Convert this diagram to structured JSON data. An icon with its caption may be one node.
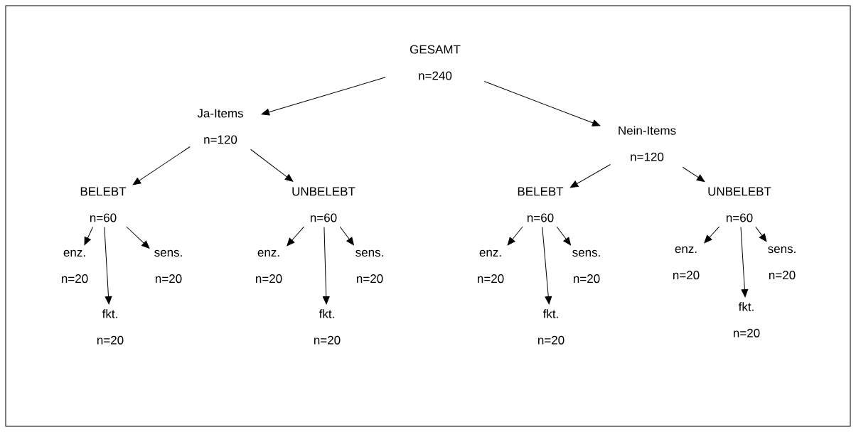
{
  "diagram": {
    "nodes": [
      {
        "text": [
          "GESAMT",
          "n=240"
        ]
      },
      {
        "text": [
          "Ja-Items",
          "n=120"
        ]
      },
      {
        "text": [
          "Nein-Items",
          "n=120"
        ]
      },
      {
        "text": [
          "BELEBT",
          "n=60"
        ]
      },
      {
        "text": [
          "UNBELEBT",
          "n=60"
        ]
      },
      {
        "text": [
          "BELEBT",
          "n=60"
        ]
      },
      {
        "text": [
          "UNBELEBT",
          "n=60"
        ]
      },
      {
        "text": [
          "enz.",
          "n=20"
        ]
      },
      {
        "text": [
          "sens.",
          "n=20"
        ]
      },
      {
        "text": [
          "fkt.",
          "n=20"
        ]
      },
      {
        "text": [
          "enz.",
          "n=20"
        ]
      },
      {
        "text": [
          "sens.",
          "n=20"
        ]
      },
      {
        "text": [
          "fkt.",
          "n=20"
        ]
      },
      {
        "text": [
          "enz.",
          "n=20"
        ]
      },
      {
        "text": [
          "sens.",
          "n=20"
        ]
      },
      {
        "text": [
          "fkt.",
          "n=20"
        ]
      },
      {
        "text": [
          "enz.",
          "n=20"
        ]
      },
      {
        "text": [
          "sens.",
          "n=20"
        ]
      },
      {
        "text": [
          "fkt.",
          "n=20"
        ]
      }
    ],
    "edges": [
      {
        "from": 0,
        "to": 1,
        "arrow": "to"
      },
      {
        "from": 0,
        "to": 2,
        "arrow": "to"
      },
      {
        "from": 1,
        "to": 3,
        "arrow": "to"
      },
      {
        "from": 1,
        "to": 4,
        "arrow": "to"
      },
      {
        "from": 2,
        "to": 5,
        "arrow": "to"
      },
      {
        "from": 2,
        "to": 6,
        "arrow": "to"
      },
      {
        "from": 3,
        "to": 7,
        "arrow": "to"
      },
      {
        "from": 3,
        "to": 8,
        "arrow": "to"
      },
      {
        "from": 3,
        "to": 9,
        "arrow": "to"
      },
      {
        "from": 4,
        "to": 10,
        "arrow": "to"
      },
      {
        "from": 4,
        "to": 11,
        "arrow": "to"
      },
      {
        "from": 4,
        "to": 12,
        "arrow": "to"
      },
      {
        "from": 5,
        "to": 13,
        "arrow": "to"
      },
      {
        "from": 5,
        "to": 14,
        "arrow": "to"
      },
      {
        "from": 5,
        "to": 15,
        "arrow": "to"
      },
      {
        "from": 6,
        "to": 16,
        "arrow": "to"
      },
      {
        "from": 6,
        "to": 17,
        "arrow": "to"
      },
      {
        "from": 6,
        "to": 18,
        "arrow": "to"
      }
    ]
  }
}
